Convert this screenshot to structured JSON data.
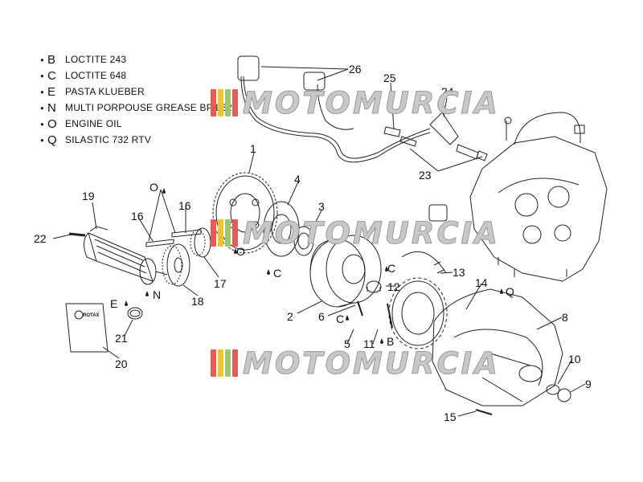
{
  "legend": [
    {
      "code": "B",
      "text": "LOCTITE 243"
    },
    {
      "code": "C",
      "text": "LOCTITE 648"
    },
    {
      "code": "E",
      "text": "PASTA KLUEBER"
    },
    {
      "code": "N",
      "text": "MULTI PORPOUSE GREASE BP L52"
    },
    {
      "code": "O",
      "text": "ENGINE OIL"
    },
    {
      "code": "Q",
      "text": "SILASTIC 732 RTV"
    }
  ],
  "watermark": {
    "text": "MOTOMURCIA",
    "stripe_colors": [
      "#e85a5a",
      "#f2c230",
      "#9cc86a",
      "#e85a5a"
    ]
  },
  "callouts": {
    "n1": "1",
    "n2": "2",
    "n3": "3",
    "n4": "4",
    "n5": "5",
    "n6": "6",
    "n8": "8",
    "n9": "9",
    "n10": "10",
    "n11": "11",
    "n12": "12",
    "n13": "13",
    "n14": "14",
    "n15": "15",
    "n16a": "16",
    "n16b": "16",
    "n17": "17",
    "n18": "18",
    "n19": "19",
    "n20": "20",
    "n21": "21",
    "n22": "22",
    "n23": "23",
    "n24": "24",
    "n25": "25",
    "n26": "26"
  },
  "codes": {
    "o_top": "O",
    "o_mid": "O",
    "c_a": "C",
    "c_b": "C",
    "c_c": "C",
    "b_a": "B",
    "e_a": "E",
    "n_a": "N",
    "q_a": "Q"
  },
  "manual_label": "ROTAX",
  "colors": {
    "ink": "#111111",
    "line": "#222222"
  }
}
